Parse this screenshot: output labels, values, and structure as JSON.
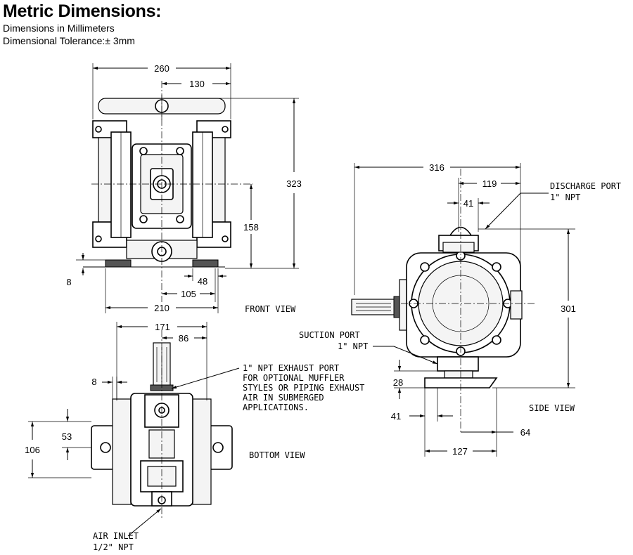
{
  "header": {
    "title": "Metric Dimensions:",
    "subtitle1": "Dimensions in Millimeters",
    "subtitle2": "Dimensional Tolerance:± 3mm"
  },
  "front_view": {
    "label": "FRONT VIEW",
    "dims": {
      "overall_width": "260",
      "half_width": "130",
      "overall_height": "323",
      "centerline_height": "158",
      "foot_offset": "8",
      "foot_span": "48",
      "mount_half": "105",
      "mount_width": "210"
    }
  },
  "bottom_view": {
    "label": "BOTTOM VIEW",
    "dims": {
      "width": "171",
      "half": "86",
      "offset": "8",
      "half_depth": "53",
      "depth": "106"
    },
    "exhaust_note": [
      "1\" NPT EXHAUST PORT",
      "FOR OPTIONAL MUFFLER",
      "STYLES OR PIPING EXHAUST",
      "AIR IN SUBMERGED",
      "APPLICATIONS."
    ],
    "air_inlet": [
      "AIR INLET",
      "1/2\" NPT"
    ]
  },
  "side_view": {
    "label": "SIDE VIEW",
    "dims": {
      "overall_depth": "316",
      "discharge_offset": "119",
      "discharge_width": "41",
      "height": "301",
      "suction_height": "28",
      "base_left": "41",
      "base_right": "64",
      "base_width": "127"
    },
    "discharge_port": [
      "DISCHARGE PORT",
      "1\" NPT"
    ],
    "suction_port": [
      "SUCTION PORT",
      "1\" NPT"
    ]
  }
}
